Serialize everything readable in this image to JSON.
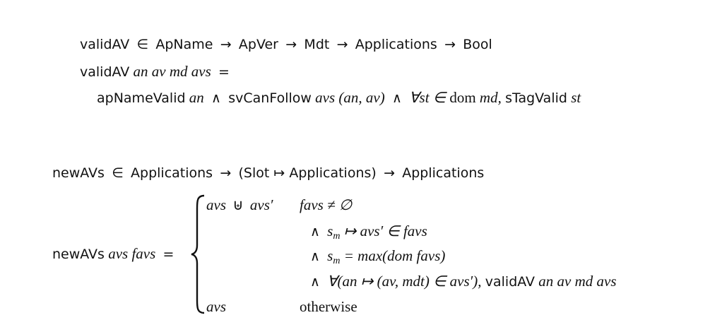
{
  "block1": {
    "sig_name": "validAV",
    "sig_in": "∈",
    "sig_types": [
      "ApName",
      "ApVer",
      "Mdt",
      "Applications",
      "Bool"
    ],
    "sig_arrow": "→",
    "def_name": "validAV",
    "def_args": "an av md avs",
    "def_eq": "=",
    "body_f1": "apNameValid",
    "body_a1": "an",
    "and": "∧",
    "body_f2": "svCanFollow",
    "body_a2": "avs",
    "body_pair": "(an, av)",
    "forall": "∀st ∈",
    "dom": "dom",
    "md_comma": "md,",
    "body_f3": "sTagValid",
    "body_a3": "st"
  },
  "block2": {
    "sig_name": "newAVs",
    "sig_in": "∈",
    "sig_t1": "Applications",
    "sig_arrow": "→",
    "sig_t2": "(Slot ↦ Applications)",
    "sig_t3": "Applications",
    "def_name": "newAVs",
    "def_args": "avs favs",
    "def_eq": "=",
    "case1_expr_a": "avs",
    "case1_op": "⊎",
    "case1_expr_b": "avs′",
    "case1_cond1": "favs ≠ ∅",
    "case1_cond2_and": "∧",
    "case1_cond2_s": "s",
    "case1_cond2_sub": "m",
    "case1_cond2_rest": "↦ avs′ ∈ favs",
    "case1_cond3_and": "∧",
    "case1_cond3_s": "s",
    "case1_cond3_sub": "m",
    "case1_cond3_rest": "= max(dom favs)",
    "case1_cond4_and": "∧",
    "case1_cond4_a": "∀(an ↦ (av, mdt) ∈ avs′),",
    "case1_cond4_f": "validAV",
    "case1_cond4_b": "an av md avs",
    "case2_expr": "avs",
    "case2_cond": "otherwise"
  }
}
